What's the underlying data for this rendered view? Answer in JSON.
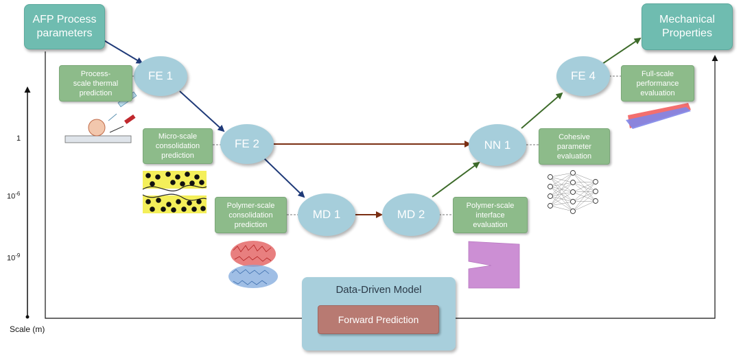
{
  "top_left_box": "AFP Process\nparameters",
  "top_right_box": "Mechanical\nProperties",
  "nodes": {
    "fe1": "FE 1",
    "fe2": "FE 2",
    "md1": "MD 1",
    "md2": "MD 2",
    "nn1": "NN 1",
    "fe4": "FE 4"
  },
  "labels": {
    "fe1": "Process-\nscale thermal\nprediction",
    "fe2": "Micro-scale\nconsolidation\nprediction",
    "md1": "Polymer-scale\nconsolidation\nprediction",
    "md2": "Polymer-scale\ninterface\nevaluation",
    "nn1": "Cohesive\nparameter\nevaluation",
    "fe4": "Full-scale\nperformance\nevaluation"
  },
  "scale_axis": {
    "label": "Scale (m)",
    "ticks": [
      "1",
      "10-6",
      "10-9"
    ]
  },
  "data_driven_model": {
    "title": "Data-Driven Model",
    "forward": "Forward Prediction"
  },
  "colors": {
    "teal_box": "#6fbcb0",
    "green_box": "#8dbb8a",
    "node": "#a6cedb",
    "arrow_blue": "#1f3a78",
    "arrow_brown": "#7a2e12",
    "arrow_green": "#3d6b2a",
    "forward_box": "#b87a72"
  }
}
